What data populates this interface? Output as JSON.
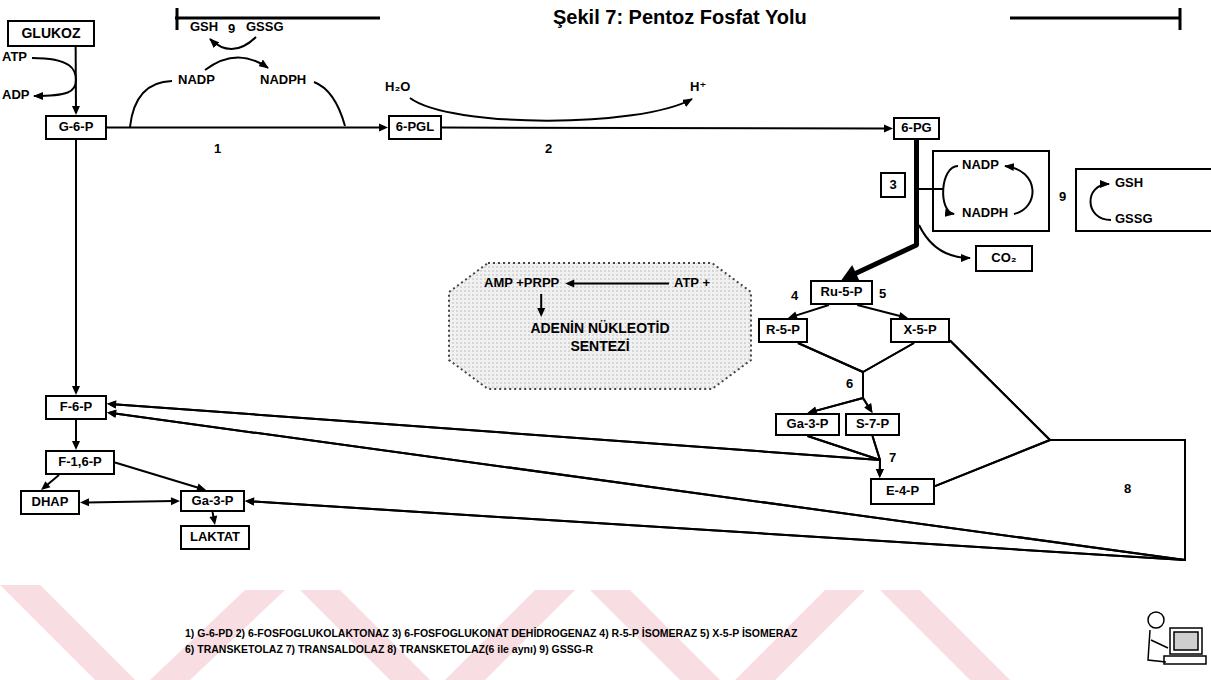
{
  "diagram": {
    "title": "Şekil 7: Pentoz Fosfat Yolu",
    "nodes": [
      {
        "text": [
          "GLUKOZ"
        ]
      },
      {
        "text": [
          "G-6-P"
        ]
      },
      {
        "text": [
          "6-PGL"
        ]
      },
      {
        "text": [
          "6-PG"
        ]
      },
      {
        "text": [
          "NADP",
          "NADPH"
        ]
      },
      {
        "text": [
          "GSH",
          "GSSG"
        ]
      },
      {
        "text": [
          "3"
        ]
      },
      {
        "text": [
          "CO₂"
        ]
      },
      {
        "text": [
          "Ru-5-P"
        ]
      },
      {
        "text": [
          "AMP +PRPP",
          "ATP +",
          "ADENİN NÜKLEOTİD SENTEZİ"
        ]
      },
      {
        "text": [
          "R-5-P"
        ]
      },
      {
        "text": [
          "X-5-P"
        ]
      },
      {
        "text": [
          "Ga-3-P"
        ]
      },
      {
        "text": [
          "S-7-P"
        ]
      },
      {
        "text": [
          "E-4-P"
        ]
      },
      {
        "text": [
          "F-6-P"
        ]
      },
      {
        "text": [
          "F-1,6-P"
        ]
      },
      {
        "text": [
          "DHAP"
        ]
      },
      {
        "text": [
          "Ga-3-P"
        ]
      },
      {
        "text": [
          "LAKTAT"
        ]
      }
    ],
    "edges": [
      {
        "from": 0,
        "to": 1,
        "arrow": "to"
      },
      {
        "from": 1,
        "to": 2,
        "arrow": "to"
      },
      {
        "from": 2,
        "to": 3,
        "arrow": "to"
      },
      {
        "from": 3,
        "to": 8,
        "arrow": "to"
      },
      {
        "from": 8,
        "to": 10,
        "arrow": "to"
      },
      {
        "from": 8,
        "to": 11,
        "arrow": "to"
      },
      {
        "from": 10,
        "to": 12,
        "arrow": "to"
      },
      {
        "from": 10,
        "to": 13,
        "arrow": "to"
      },
      {
        "from": 11,
        "to": 12,
        "arrow": "to"
      },
      {
        "from": 11,
        "to": 13,
        "arrow": "to"
      },
      {
        "from": 12,
        "to": 14,
        "arrow": "to"
      },
      {
        "from": 13,
        "to": 14,
        "arrow": "to"
      },
      {
        "from": 12,
        "to": 15,
        "arrow": "to"
      },
      {
        "from": 13,
        "to": 15,
        "arrow": "to"
      },
      {
        "from": 11,
        "to": 15,
        "arrow": "to"
      },
      {
        "from": 11,
        "to": 18,
        "arrow": "to"
      },
      {
        "from": 14,
        "to": 15,
        "arrow": "to"
      },
      {
        "from": 14,
        "to": 18,
        "arrow": "to"
      },
      {
        "from": 1,
        "to": 15,
        "arrow": "to"
      },
      {
        "from": 15,
        "to": 16,
        "arrow": "to"
      },
      {
        "from": 16,
        "to": 17,
        "arrow": "to"
      },
      {
        "from": 16,
        "to": 18,
        "arrow": "to"
      },
      {
        "from": 17,
        "to": 18,
        "arrow": "both"
      },
      {
        "from": 18,
        "to": 19,
        "arrow": "to"
      }
    ],
    "labels": [
      "ATP",
      "ADP",
      "GSH",
      "9",
      "GSSG",
      "NADP",
      "NADPH",
      "1",
      "H₂O",
      "H⁺",
      "2",
      "9",
      "4",
      "5",
      "6",
      "7",
      "8",
      "1) G-6-PD 2) 6-FOSFOGLUKOLAKTONAZ 3) 6-FOSFOGLUKONAT DEHİDROGENAZ 4) R-5-P İSOMERAZ 5) X-5-P İSOMERAZ",
      "6) TRANSKETOLAZ 7) TRANSALDOLAZ 8) TRANSKETOLAZ(6 ile aynı) 9) GSSG-R"
    ]
  }
}
